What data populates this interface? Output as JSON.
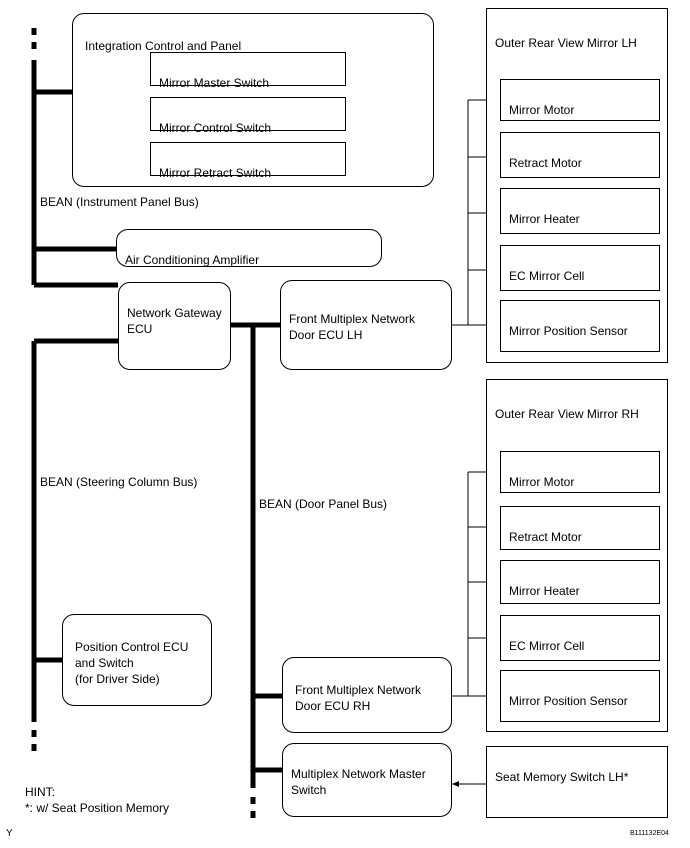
{
  "integration": {
    "title": "Integration Control and Panel",
    "switches": [
      "Mirror Master Switch",
      "Mirror Control Switch",
      "Mirror Retract Switch"
    ]
  },
  "bus_labels": {
    "instrument_panel": "BEAN (Instrument Panel Bus)",
    "steering_column": "BEAN (Steering Column Bus)",
    "door_panel": "BEAN (Door Panel Bus)"
  },
  "ecus": {
    "air_conditioning": "Air Conditioning Amplifier",
    "network_gateway": "Network Gateway\nECU",
    "front_door_lh": "Front Multiplex Network\nDoor ECU LH",
    "front_door_rh": "Front Multiplex Network\nDoor ECU RH",
    "position_control": "Position Control ECU\nand Switch\n(for Driver Side)",
    "master_switch": "Multiplex Network Master\nSwitch",
    "seat_memory": "Seat Memory Switch LH*"
  },
  "mirror_lh": {
    "title": "Outer Rear View Mirror LH",
    "components": [
      "Mirror Motor",
      "Retract Motor",
      "Mirror Heater",
      "EC Mirror Cell",
      "Mirror Position Sensor"
    ]
  },
  "mirror_rh": {
    "title": "Outer Rear View Mirror RH",
    "components": [
      "Mirror Motor",
      "Retract Motor",
      "Mirror Heater",
      "EC Mirror Cell",
      "Mirror Position Sensor"
    ]
  },
  "hint": {
    "title": "HINT:",
    "text": "*:  w/ Seat Position Memory"
  },
  "corner_mark": "Y",
  "figure_code": "B111132E04"
}
